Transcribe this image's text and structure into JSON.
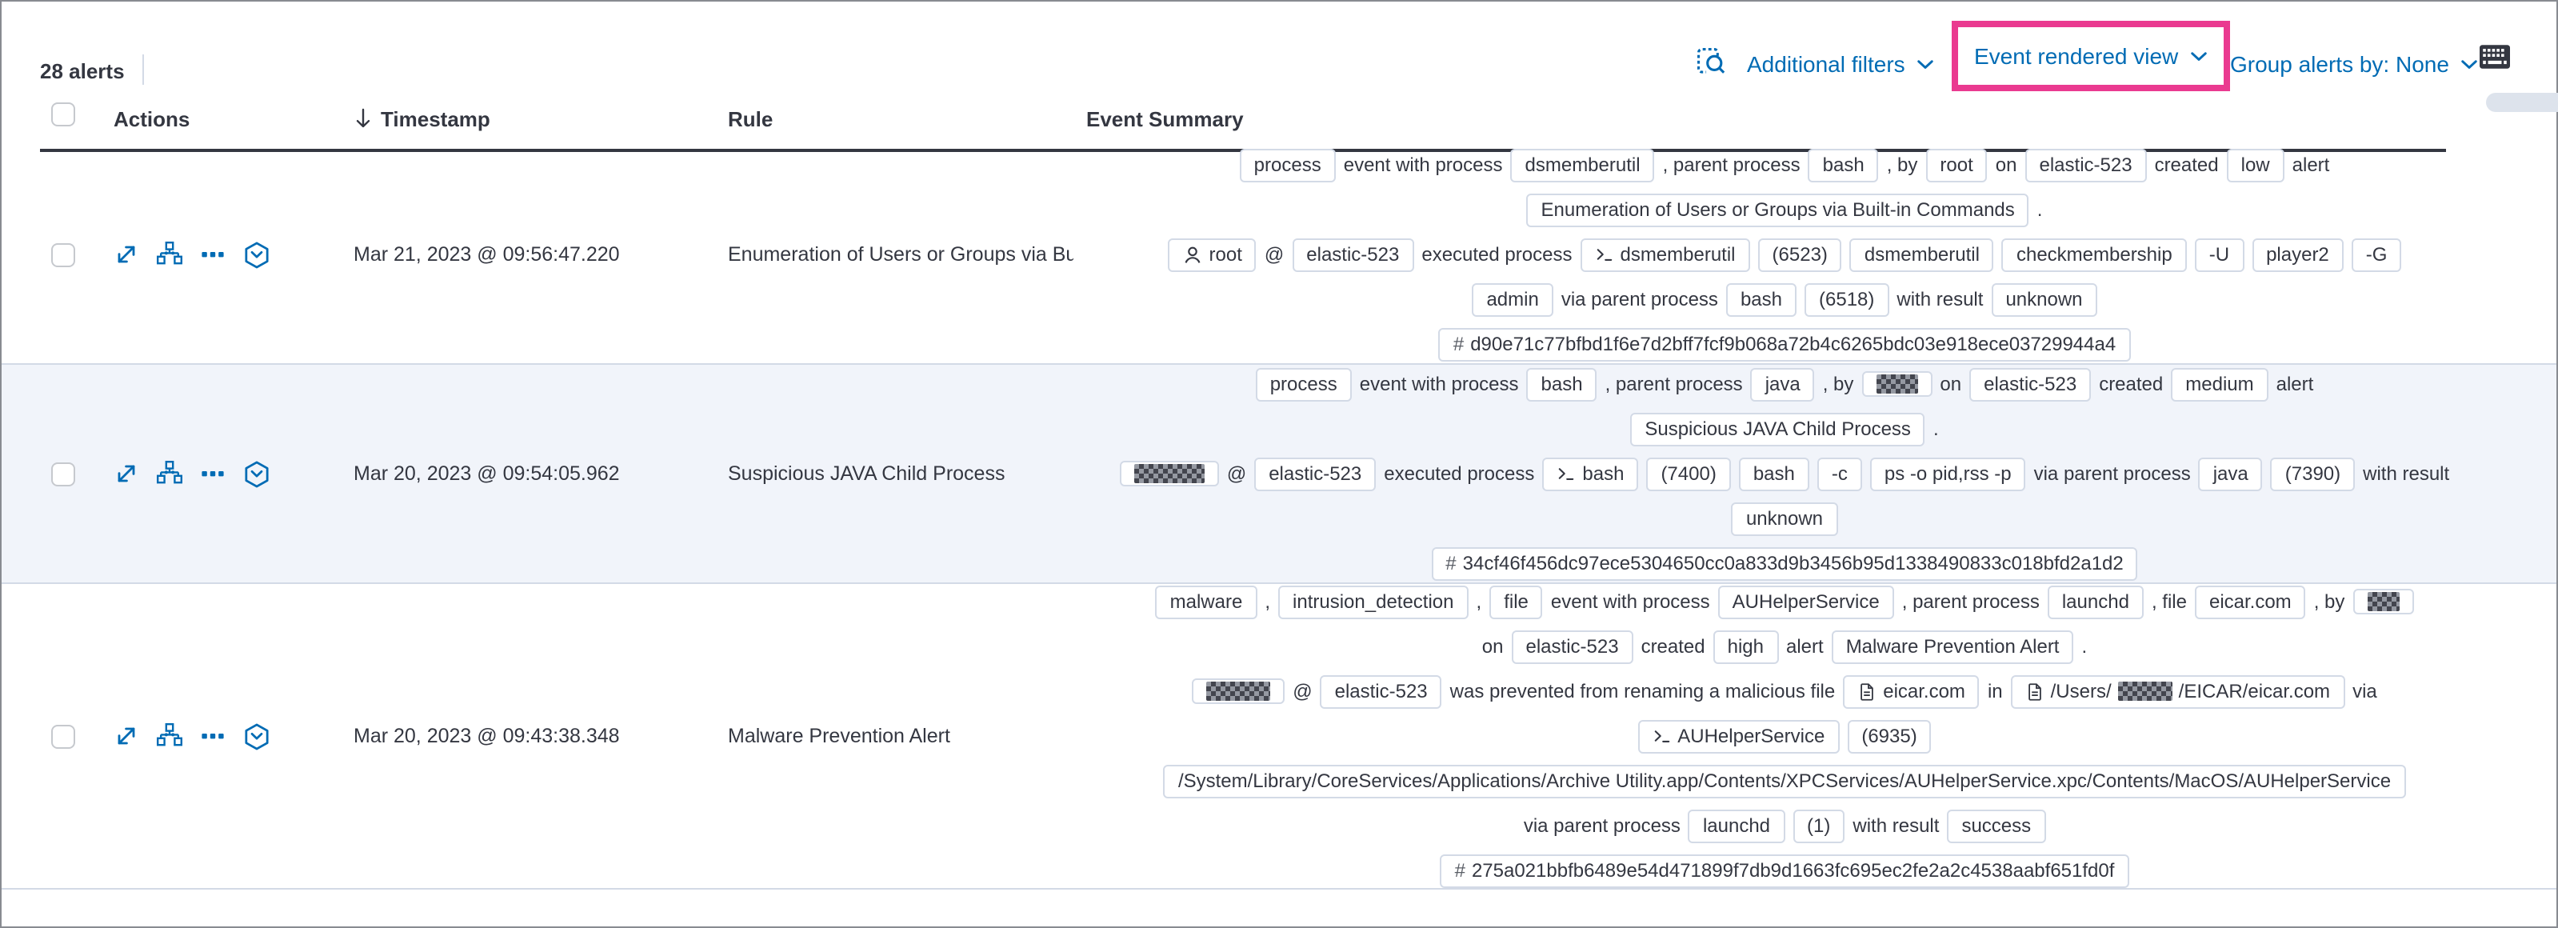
{
  "colors": {
    "accent_blue": "#006bb4",
    "highlight_pink": "#ea3a90"
  },
  "toolbar": {
    "alerts_count": "28 alerts",
    "additional_filters_label": "Additional filters",
    "view_selector_label": "Event rendered view",
    "group_by_label": "Group alerts by: None"
  },
  "icons": {
    "inspect": "document-with-magnifier",
    "keyboard": "keyboard",
    "chevron-down": "v-chevron",
    "sort-descending": "arrow-down",
    "expand-alert": "diagonal-expand-arrows",
    "analyzer": "process-tree-graph",
    "more-actions": "three-boxes-ellipsis",
    "session-view": "hexagon-with-chevron",
    "user": "person-outline",
    "terminal": "prompt >_",
    "file": "document-outline",
    "hash": "#"
  },
  "table": {
    "headers": {
      "actions": "Actions",
      "timestamp": "Timestamp",
      "rule": "Rule",
      "summary": "Event Summary"
    },
    "rows": [
      {
        "timestamp": "Mar 21, 2023 @ 09:56:47.220",
        "rule": "Enumeration of Users or Groups via Bui",
        "summary_lines": [
          [
            [
              "b",
              "process"
            ],
            [
              "t",
              "event with process"
            ],
            [
              "b",
              "dsmemberutil"
            ],
            [
              "t",
              ", parent process"
            ],
            [
              "b",
              "bash"
            ],
            [
              "t",
              ", by"
            ],
            [
              "b",
              "root"
            ],
            [
              "t",
              "on"
            ],
            [
              "b",
              "elastic-523"
            ],
            [
              "t",
              "created"
            ],
            [
              "b",
              "low"
            ],
            [
              "t",
              "alert"
            ]
          ],
          [
            [
              "b",
              "Enumeration of Users or Groups via Built-in Commands"
            ],
            [
              "t",
              "."
            ]
          ],
          [
            [
              "b",
              "root",
              "user"
            ],
            [
              "t",
              "@"
            ],
            [
              "b",
              "elastic-523"
            ],
            [
              "t",
              "executed process"
            ],
            [
              "b",
              "dsmemberutil",
              "terminal"
            ],
            [
              "b",
              "(6523)"
            ],
            [
              "b",
              "dsmemberutil"
            ],
            [
              "b",
              "checkmembership"
            ],
            [
              "b",
              "-U"
            ],
            [
              "b",
              "player2"
            ],
            [
              "b",
              "-G"
            ]
          ],
          [
            [
              "b",
              "admin"
            ],
            [
              "t",
              "via parent process"
            ],
            [
              "b",
              "bash"
            ],
            [
              "b",
              "(6518)"
            ],
            [
              "t",
              "with result"
            ],
            [
              "b",
              "unknown"
            ]
          ],
          [
            [
              "b",
              "d90e71c77bfbd1f6e7d2bff7fcf9b068a72b4c6265bdc03e918ece03729944a4",
              "hash"
            ]
          ]
        ]
      },
      {
        "timestamp": "Mar 20, 2023 @ 09:54:05.962",
        "rule": "Suspicious JAVA Child Process",
        "summary_lines": [
          [
            [
              "b",
              "process"
            ],
            [
              "t",
              "event with process"
            ],
            [
              "b",
              "bash"
            ],
            [
              "t",
              ", parent process"
            ],
            [
              "b",
              "java"
            ],
            [
              "t",
              ", by"
            ],
            [
              "r",
              26
            ],
            [
              "t",
              "on"
            ],
            [
              "b",
              "elastic-523"
            ],
            [
              "t",
              "created"
            ],
            [
              "b",
              "medium"
            ],
            [
              "t",
              "alert"
            ]
          ],
          [
            [
              "b",
              "Suspicious JAVA Child Process"
            ],
            [
              "t",
              "."
            ]
          ],
          [
            [
              "r",
              44
            ],
            [
              "t",
              "@"
            ],
            [
              "b",
              "elastic-523"
            ],
            [
              "t",
              "executed process"
            ],
            [
              "b",
              "bash",
              "terminal"
            ],
            [
              "b",
              "(7400)"
            ],
            [
              "b",
              "bash"
            ],
            [
              "b",
              "-c"
            ],
            [
              "b",
              "ps -o pid,rss -p"
            ],
            [
              "t",
              "via parent process"
            ],
            [
              "b",
              "java"
            ],
            [
              "b",
              "(7390)"
            ],
            [
              "t",
              "with result"
            ]
          ],
          [
            [
              "b",
              "unknown"
            ]
          ],
          [
            [
              "b",
              "34cf46f456dc97ece5304650cc0a833d9b3456b95d1338490833c018bfd2a1d2",
              "hash"
            ]
          ]
        ]
      },
      {
        "timestamp": "Mar 20, 2023 @ 09:43:38.348",
        "rule": "Malware Prevention Alert",
        "summary_lines": [
          [
            [
              "b",
              "malware"
            ],
            [
              "t",
              ","
            ],
            [
              "b",
              "intrusion_detection"
            ],
            [
              "t",
              ","
            ],
            [
              "b",
              "file"
            ],
            [
              "t",
              "event with process"
            ],
            [
              "b",
              "AUHelperService"
            ],
            [
              "t",
              ", parent process"
            ],
            [
              "b",
              "launchd"
            ],
            [
              "t",
              ", file"
            ],
            [
              "b",
              "eicar.com"
            ],
            [
              "t",
              ", by"
            ],
            [
              "r",
              20
            ]
          ],
          [
            [
              "t",
              "on"
            ],
            [
              "b",
              "elastic-523"
            ],
            [
              "t",
              "created"
            ],
            [
              "b",
              "high"
            ],
            [
              "t",
              "alert"
            ],
            [
              "b",
              "Malware Prevention Alert"
            ],
            [
              "t",
              "."
            ]
          ],
          [
            [
              "r",
              40
            ],
            [
              "t",
              "@"
            ],
            [
              "b",
              "elastic-523"
            ],
            [
              "t",
              "was prevented from renaming a malicious file"
            ],
            [
              "b",
              "eicar.com",
              "file"
            ],
            [
              "t",
              "in"
            ],
            [
              "mr",
              "/Users/",
              "/EICAR/eicar.com"
            ],
            [
              "t",
              "via"
            ]
          ],
          [
            [
              "b",
              "AUHelperService",
              "terminal"
            ],
            [
              "b",
              "(6935)"
            ]
          ],
          [
            [
              "b",
              "/System/Library/CoreServices/Applications/Archive Utility.app/Contents/XPCServices/AUHelperService.xpc/Contents/MacOS/AUHelperService"
            ]
          ],
          [
            [
              "t",
              "via parent process"
            ],
            [
              "b",
              "launchd"
            ],
            [
              "b",
              "(1)"
            ],
            [
              "t",
              "with result"
            ],
            [
              "b",
              "success"
            ]
          ],
          [
            [
              "b",
              "275a021bbfb6489e54d471899f7db9d1663fc695ec2fe2a2c4538aabf651fd0f",
              "hash"
            ]
          ]
        ]
      }
    ]
  }
}
